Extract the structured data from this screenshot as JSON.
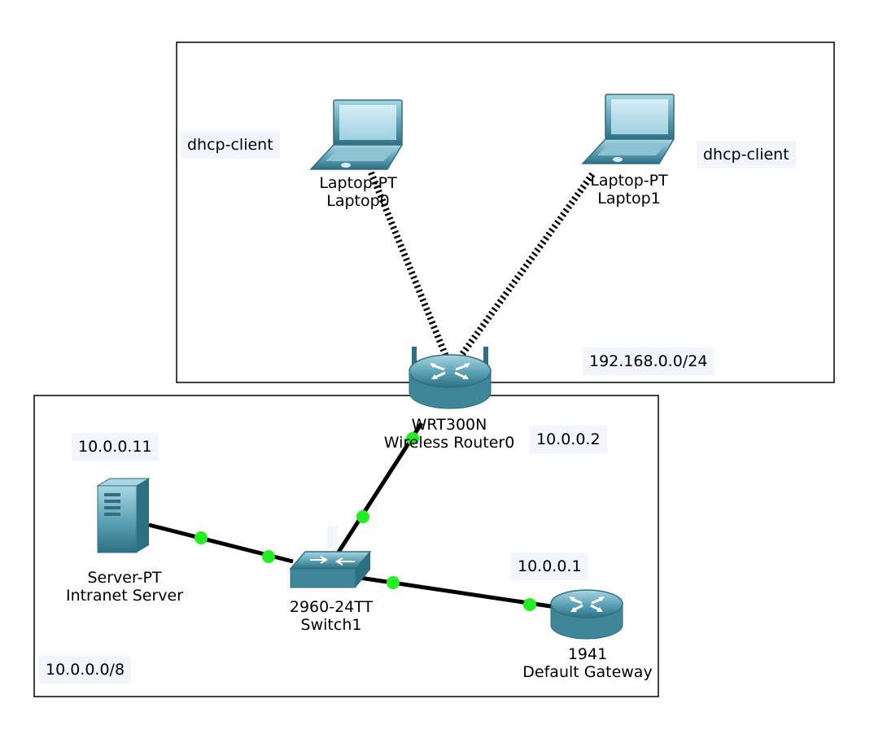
{
  "areas": {
    "wireless": {
      "subnet": "192.168.0.0/24"
    },
    "wired": {
      "subnet": "10.0.0.0/8"
    }
  },
  "notes": {
    "laptop0": "dhcp-client",
    "laptop1": "dhcp-client",
    "server_ip": "10.0.0.11",
    "router_ip": "10.0.0.2",
    "gateway_ip": "10.0.0.1"
  },
  "devices": {
    "laptop0": {
      "model": "Laptop-PT",
      "name": "Laptop0"
    },
    "laptop1": {
      "model": "Laptop-PT",
      "name": "Laptop1"
    },
    "wireless_router": {
      "model": "WRT300N",
      "name": "Wireless Router0"
    },
    "server": {
      "model": "Server-PT",
      "name": "Intranet Server"
    },
    "switch": {
      "model": "2960-24TT",
      "name": "Switch1"
    },
    "gateway": {
      "model": "1941",
      "name": "Default Gateway"
    }
  },
  "colors": {
    "device_fill": "#5aa0b4",
    "device_dark": "#2f6f82",
    "link": "#000000",
    "link_status": "#22ee22",
    "note_bg": "#f4f4fc"
  }
}
